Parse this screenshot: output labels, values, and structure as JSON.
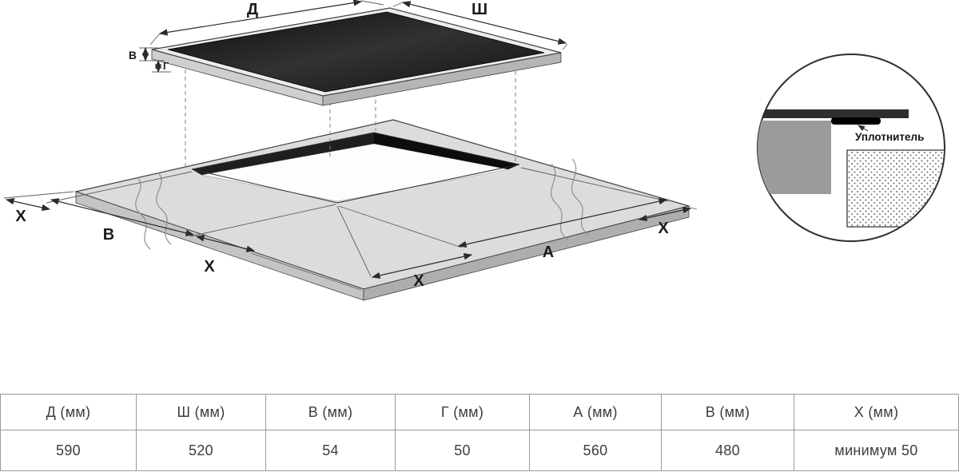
{
  "diagram": {
    "dim_labels": {
      "d": "Д",
      "sh": "Ш",
      "v": "В",
      "g": "Г",
      "b": "В",
      "a": "А",
      "x_left": "X",
      "x_bottom_left": "X",
      "x_bottom": "X",
      "x_right": "X"
    },
    "detail": {
      "seal_label": "Уплотнитель"
    }
  },
  "table": {
    "headers": [
      "Д (мм)",
      "Ш (мм)",
      "В (мм)",
      "Г (мм)",
      "А (мм)",
      "В (мм)",
      "Х (мм)"
    ],
    "values": [
      "590",
      "520",
      "54",
      "50",
      "560",
      "480",
      "минимум 50"
    ]
  }
}
